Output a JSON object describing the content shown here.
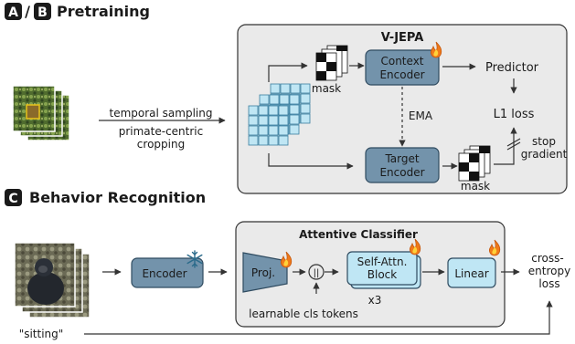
{
  "sections": {
    "pretrain": {
      "badge_a": "A",
      "slash": "/",
      "badge_b": "B",
      "title": "Pretraining"
    },
    "behavior": {
      "badge_c": "C",
      "title": "Behavior Recognition"
    }
  },
  "pretrain": {
    "sampling_label": "temporal sampling",
    "cropping_label_1": "primate-centric",
    "cropping_label_2": "cropping",
    "panel_title": "V-JEPA",
    "mask_label_top": "mask",
    "context_encoder_1": "Context",
    "context_encoder_2": "Encoder",
    "predictor": "Predictor",
    "ema": "EMA",
    "l1_loss": "L1 loss",
    "stop_gradient_1": "stop",
    "stop_gradient_2": "gradient",
    "target_encoder_1": "Target",
    "target_encoder_2": "Encoder",
    "mask_label_bottom": "mask"
  },
  "behavior": {
    "encoder": "Encoder",
    "panel_title": "Attentive Classifier",
    "proj": "Proj.",
    "concat_symbol": "||",
    "self_attn_1": "Self-Attn.",
    "self_attn_2": "Block",
    "repeat": "x3",
    "linear": "Linear",
    "cls_tokens": "learnable cls tokens",
    "loss_1": "cross-",
    "loss_2": "entropy",
    "loss_3": "loss",
    "label_example": "\"sitting\""
  },
  "colors": {
    "block_fill": "#7393ab",
    "block_stroke": "#2f4b60",
    "panel_fill": "#eaeaea",
    "panel_stroke": "#333333",
    "cube_fill": "#bfe6f4",
    "cube_stroke": "#3a7fa0",
    "badge_fill": "#1a1a1a",
    "fire": "#f07a1a",
    "snow": "#2a6a8a"
  }
}
